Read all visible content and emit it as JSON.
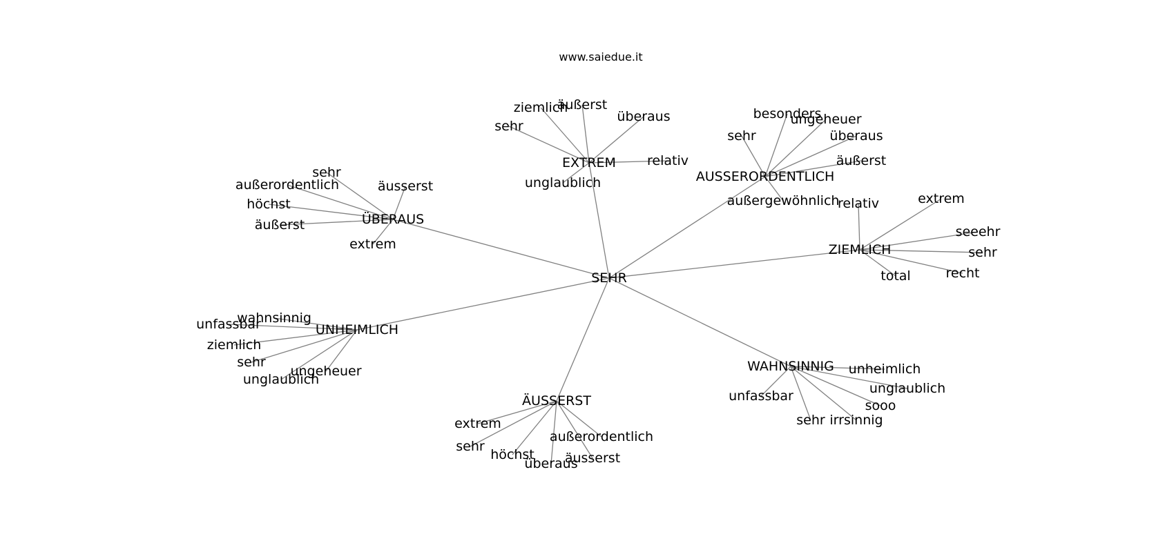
{
  "title": "www.saiedue.it",
  "colors": {
    "edge": "#808080",
    "text": "#000000",
    "background": "#ffffff"
  },
  "graph": {
    "center": "SEHR",
    "hubs": [
      {
        "label": "EXTREM",
        "leaves": [
          "ziemlich",
          "äußerst",
          "überaus",
          "sehr",
          "relativ",
          "unglaublich"
        ]
      },
      {
        "label": "AUSSERORDENTLICH",
        "leaves": [
          "besonders",
          "ungeheuer",
          "sehr",
          "überaus",
          "äußerst",
          "außergewöhnlich"
        ]
      },
      {
        "label": "ÜBERAUS",
        "leaves": [
          "sehr",
          "außerordentlich",
          "äusserst",
          "höchst",
          "äußerst",
          "extrem"
        ]
      },
      {
        "label": "ZIEMLICH",
        "leaves": [
          "relativ",
          "extrem",
          "seeehr",
          "sehr",
          "recht",
          "total"
        ]
      },
      {
        "label": "UNHEIMLICH",
        "leaves": [
          "wahnsinnig",
          "unfassbar",
          "ziemlich",
          "sehr",
          "ungeheuer",
          "unglaublich"
        ]
      },
      {
        "label": "WAHNSINNIG",
        "leaves": [
          "unheimlich",
          "unfassbar",
          "unglaublich",
          "sooo",
          "sehr",
          "irrsinnig"
        ]
      },
      {
        "label": "ÄUSSERST",
        "leaves": [
          "extrem",
          "sehr",
          "außerordentlich",
          "höchst",
          "äusserst",
          "überaus"
        ]
      }
    ]
  }
}
